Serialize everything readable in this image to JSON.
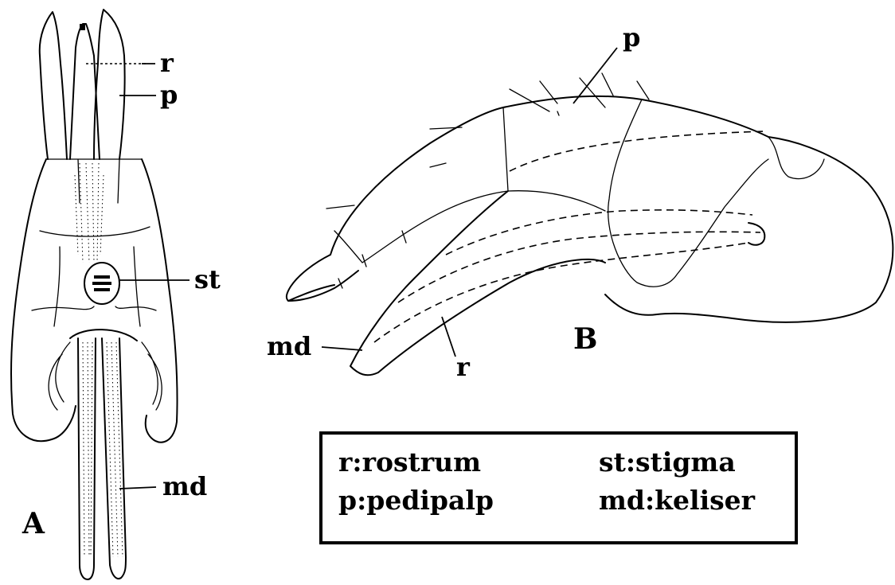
{
  "panel_a": {
    "letter": "A",
    "labels": {
      "r": "r",
      "p": "p",
      "st": "st",
      "md": "md"
    }
  },
  "panel_b": {
    "letter": "B",
    "labels": {
      "p": "p",
      "md": "md",
      "r": "r"
    }
  },
  "legend": {
    "items": [
      {
        "abbr_text": "r:rostrum"
      },
      {
        "abbr_text": "st:stigma"
      },
      {
        "abbr_text": "p:pedipalp"
      },
      {
        "abbr_text": "md:keliser"
      }
    ]
  },
  "colors": {
    "ink": "#000000",
    "background": "#ffffff"
  }
}
